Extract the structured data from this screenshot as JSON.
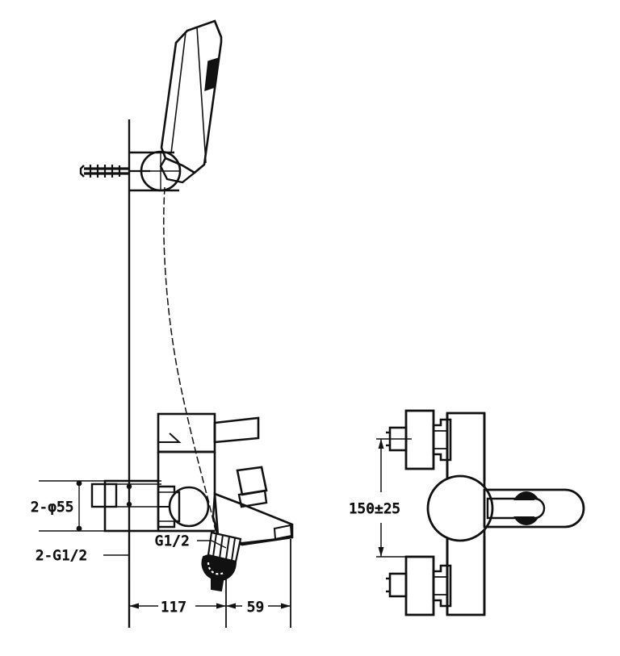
{
  "drawing": {
    "title": "Bath shower mixer tap - dimensioned technical drawing",
    "units": "mm",
    "line_color": "#111111",
    "background_color": "#ffffff",
    "views": [
      {
        "name": "side-view",
        "position": "left"
      },
      {
        "name": "front-view",
        "position": "right"
      }
    ]
  },
  "annotations": {
    "hole_pattern": "2-φ55",
    "inlet_threads": "2-G1/2",
    "outlet_thread": "G1/2",
    "dim_wall_to_spout_base": "117",
    "dim_spout_projection": "59",
    "dim_inlet_centers": "150±25"
  },
  "components": {
    "handset": "shower-handset",
    "wall_bracket": "wall-bracket",
    "anchor_screw": "anchor-screw",
    "hose": "flexible-hose",
    "valve_body": "valve-body",
    "lever_handle": "lever-handle",
    "diverter_knob": "diverter-knob",
    "spout": "bath-spout",
    "inlet_union_top": "inlet-union-top",
    "inlet_union_bottom": "inlet-union-bottom",
    "escutcheon_top": "escutcheon-top",
    "escutcheon_bottom": "escutcheon-bottom",
    "wall_line": "wall-reference-line"
  }
}
